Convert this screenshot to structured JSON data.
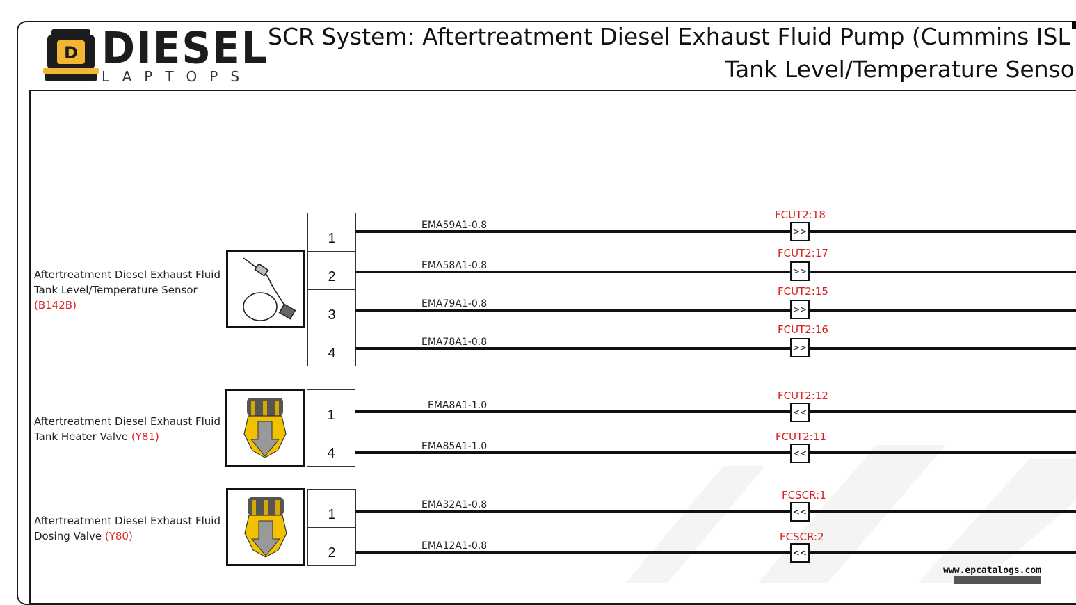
{
  "title": {
    "line1": "SCR System: Aftertreatment Diesel Exhaust Fluid Pump (Cummins ISL En",
    "line2": "Tank Level/Temperature Senso"
  },
  "logo": {
    "word": "DIESEL",
    "sub": "LAPTOPS",
    "brand_color": "#f2b632"
  },
  "colors": {
    "accent_red": "#d82020",
    "line": "#111111"
  },
  "components": [
    {
      "name_line1": "Aftertreatment Diesel Exhaust Fluid",
      "name_line2": "Tank Level/Temperature Sensor",
      "code": "(B142B)",
      "icon": "level-sensor-icon"
    },
    {
      "name_line1": "Aftertreatment Diesel Exhaust Fluid",
      "name_line2": "Tank Heater Valve",
      "code": "(Y81)",
      "icon": "valve-icon"
    },
    {
      "name_line1": "Aftertreatment Diesel Exhaust Fluid",
      "name_line2": "Dosing Valve",
      "code": "(Y80)",
      "icon": "valve-icon"
    }
  ],
  "wires": [
    {
      "pin": "1",
      "wire": "EMA59A1-0.8",
      "connector": "FCUT2:18",
      "arrow": ">>"
    },
    {
      "pin": "2",
      "wire": "EMA58A1-0.8",
      "connector": "FCUT2:17",
      "arrow": ">>"
    },
    {
      "pin": "3",
      "wire": "EMA79A1-0.8",
      "connector": "FCUT2:15",
      "arrow": ">>"
    },
    {
      "pin": "4",
      "wire": "EMA78A1-0.8",
      "connector": "FCUT2:16",
      "arrow": ">>"
    },
    {
      "pin": "1",
      "wire": "EMA8A1-1.0",
      "connector": "FCUT2:12",
      "arrow": "<<"
    },
    {
      "pin": "4",
      "wire": "EMA85A1-1.0",
      "connector": "FCUT2:11",
      "arrow": "<<"
    },
    {
      "pin": "1",
      "wire": "EMA32A1-0.8",
      "connector": "FCSCR:1",
      "arrow": "<<"
    },
    {
      "pin": "2",
      "wire": "EMA12A1-0.8",
      "connector": "FCSCR:2",
      "arrow": "<<"
    }
  ],
  "watermark": "www.epcatalogs.com"
}
